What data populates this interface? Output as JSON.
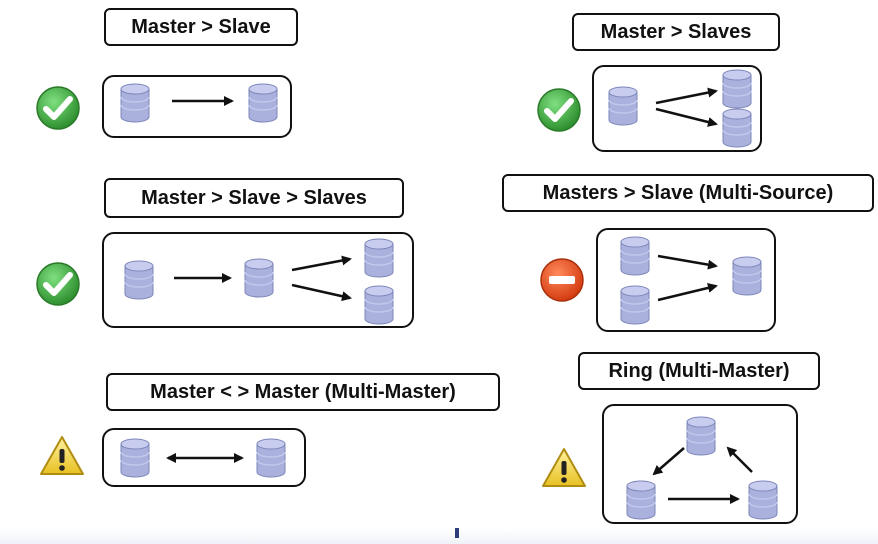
{
  "panels": [
    {
      "title": "Master > Slave",
      "status": "ok"
    },
    {
      "title": "Master > Slaves",
      "status": "ok"
    },
    {
      "title": "Master > Slave > Slaves",
      "status": "ok"
    },
    {
      "title": "Masters > Slave (Multi-Source)",
      "status": "not-supported"
    },
    {
      "title": "Master < > Master (Multi-Master)",
      "status": "warning"
    },
    {
      "title": "Ring (Multi-Master)",
      "status": "warning"
    }
  ],
  "icons": {
    "ok": "checkmark-icon",
    "not_supported": "no-entry-icon",
    "warning": "warning-icon",
    "node": "database-icon"
  },
  "colors": {
    "ok": "#3aa53a",
    "not_supported": "#e04a1e",
    "warning": "#f2d130",
    "database": "#a9b1dc",
    "outline": "#111111"
  }
}
